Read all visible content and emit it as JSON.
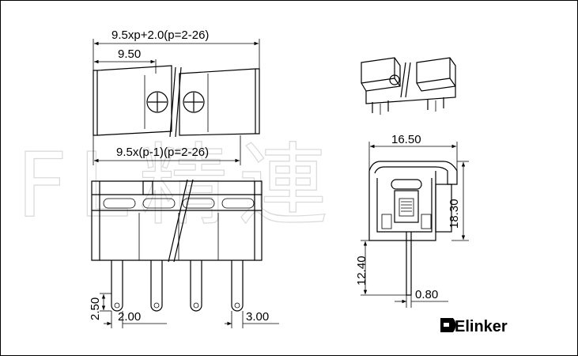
{
  "watermark": {
    "text": "FL精連"
  },
  "brand": {
    "name": "Elinker"
  },
  "front_view": {
    "overall_dim": "9.5xp+2.0(p=2-26)",
    "block_dim": "9.50",
    "pitch_dim": "9.5x(p-1)(p=2-26)"
  },
  "bottom_view": {
    "pin_height_dim": "2.50",
    "pin_width_dim": "2.00",
    "pin_spacing_dim": "3.00"
  },
  "side_view": {
    "width_dim": "16.50",
    "height_dim": "18.30",
    "pin_length_dim": "12.40",
    "pin_thickness_dim": "0.80"
  },
  "colors": {
    "line": "#000000",
    "housing_fill": "#e6e6e6",
    "watermark": "#d9d9d9"
  }
}
